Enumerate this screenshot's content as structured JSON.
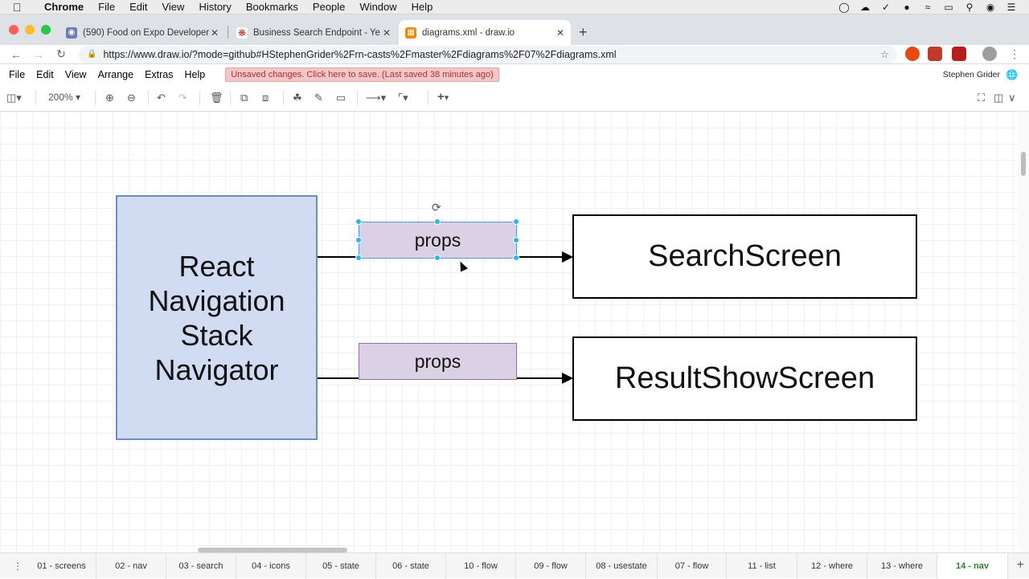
{
  "mac_menu": {
    "app": "Chrome",
    "items": [
      "File",
      "Edit",
      "View",
      "History",
      "Bookmarks",
      "People",
      "Window",
      "Help"
    ]
  },
  "tabs": [
    {
      "title": "(590) Food on Expo Developer",
      "icon": "expo-icon"
    },
    {
      "title": "Business Search Endpoint - Ye",
      "icon": "yelp-icon"
    },
    {
      "title": "diagrams.xml - draw.io",
      "icon": "drawio-icon",
      "active": true
    }
  ],
  "address": {
    "url": "https://www.draw.io/?mode=github#HStephenGrider%2Frn-casts%2Fmaster%2Fdiagrams%2F07%2Fdiagrams.xml"
  },
  "app_menu": {
    "items": [
      "File",
      "Edit",
      "View",
      "Arrange",
      "Extras",
      "Help"
    ],
    "unsaved_notice": "Unsaved changes. Click here to save. (Last saved 38 minutes ago)",
    "user": "Stephen Grider"
  },
  "toolbar": {
    "zoom": "200%"
  },
  "diagram": {
    "navigator_lines": [
      "React",
      "Navigation",
      "Stack",
      "Navigator"
    ],
    "props_top": "props",
    "props_bottom": "props",
    "screen_top": "SearchScreen",
    "screen_bottom": "ResultShowScreen"
  },
  "pages": [
    {
      "label": "01 - screens"
    },
    {
      "label": "02 - nav"
    },
    {
      "label": "03 - search"
    },
    {
      "label": "04 - icons"
    },
    {
      "label": "05 - state"
    },
    {
      "label": "06 - state"
    },
    {
      "label": "10 - flow"
    },
    {
      "label": "09 - flow"
    },
    {
      "label": "08 - usestate"
    },
    {
      "label": "07 - flow"
    },
    {
      "label": "11 - list"
    },
    {
      "label": "12 - where"
    },
    {
      "label": "13 - where"
    },
    {
      "label": "14 - nav",
      "active": true
    }
  ],
  "colors": {
    "navigator_fill": "#d1dcf2",
    "navigator_stroke": "#6c8ebf",
    "props_fill": "#dad2e4",
    "props_stroke": "#9673a6",
    "selection": "#29b6f2",
    "active_page": "#2e7d32"
  }
}
